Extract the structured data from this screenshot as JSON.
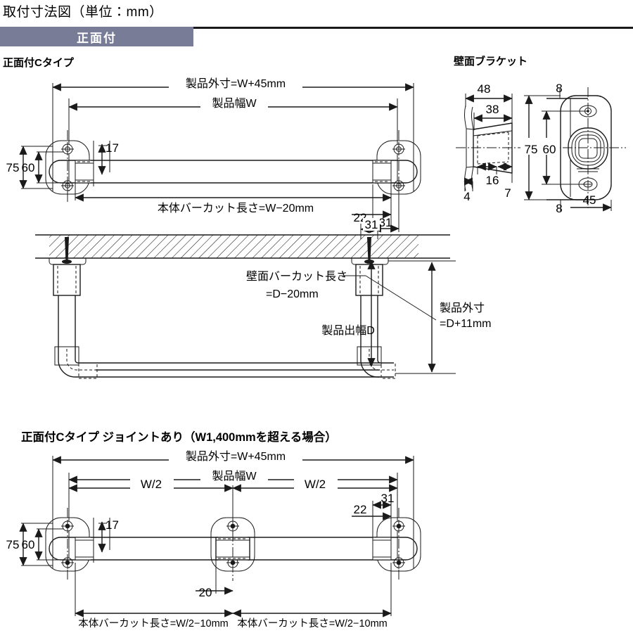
{
  "document": {
    "title": "取付寸法図（単位：mm）",
    "unit": "mm"
  },
  "band": {
    "label": "正面付"
  },
  "sections": {
    "front_c_type": "正面付Cタイプ",
    "wall_bracket": "壁面ブラケット",
    "joint_c_type": "正面付Cタイプ ジョイントあり（W1,400mmを超える場合）"
  },
  "front_view": {
    "dim_outer": "製品外寸=W+45mm",
    "dim_width": "製品幅W",
    "dim_cut": "本体バーカット長さ=W−20mm",
    "dim_17": "17",
    "dim_22": "22",
    "dim_31": "31",
    "dim_75": "75",
    "dim_60": "60"
  },
  "side_view": {
    "label_wall_cut": "壁面バーカット長さ",
    "label_wall_cut2": "=D−20mm",
    "label_depth": "製品出幅D",
    "label_outer": "製品外寸",
    "label_outer2": "=D+11mm",
    "dim_31": "31"
  },
  "bracket": {
    "dim_48": "48",
    "dim_38": "38",
    "dim_16": "16",
    "dim_7": "7",
    "dim_4": "4",
    "dim_8_top": "8",
    "dim_8_bottom": "8",
    "dim_75": "75",
    "dim_60": "60",
    "dim_45": "45"
  },
  "joint_view": {
    "dim_outer": "製品外寸=W+45mm",
    "dim_width": "製品幅W",
    "dim_half_left": "W/2",
    "dim_half_right": "W/2",
    "dim_17": "17",
    "dim_20": "20",
    "dim_22": "22",
    "dim_31": "31",
    "dim_75": "75",
    "dim_60": "60",
    "dim_cut_left": "本体バーカット長さ=W/2−10mm",
    "dim_cut_right": "本体バーカット長さ=W/2−10mm"
  },
  "colors": {
    "band": "#787c96",
    "line": "#1a1a1a",
    "paper": "#ffffff"
  }
}
